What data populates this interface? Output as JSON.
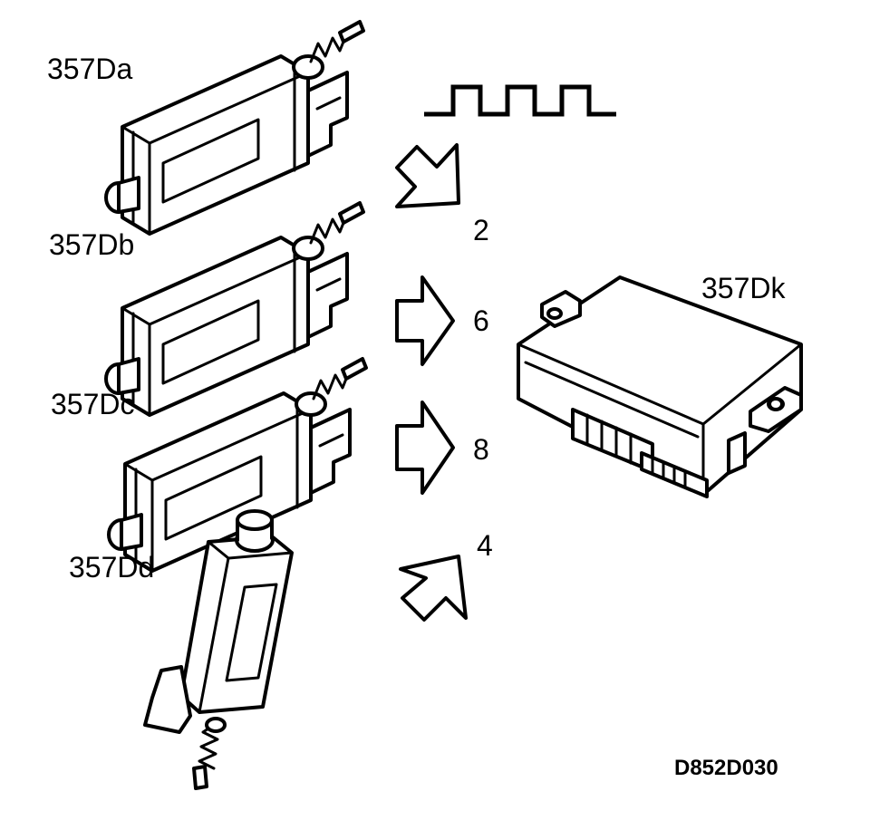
{
  "labels": {
    "motor_a": "357Da",
    "motor_b": "357Db",
    "motor_c": "357Dc",
    "motor_d": "357Dd",
    "control_unit": "357Dk",
    "pin_2": "2",
    "pin_6": "6",
    "pin_8": "8",
    "pin_4": "4",
    "figure_ref": "D852D030"
  }
}
